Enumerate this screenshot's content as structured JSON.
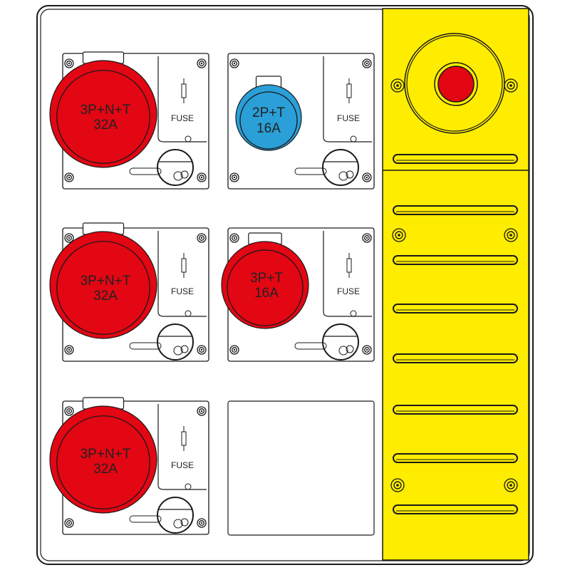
{
  "colors": {
    "red_socket": "#e30613",
    "blue_socket": "#2a9fd8",
    "panel_yellow": "#ffed00",
    "outline": "#1a1a1a",
    "estop_red": "#e30613"
  },
  "modules": [
    {
      "id": "m1",
      "line1": "3P+N+T",
      "line2": "32A",
      "color": "red",
      "fuse": "FUSE"
    },
    {
      "id": "m2",
      "line1": "2P+T",
      "line2": "16A",
      "color": "blue",
      "fuse": "FUSE"
    },
    {
      "id": "m3",
      "line1": "3P+N+T",
      "line2": "32A",
      "color": "red",
      "fuse": "FUSE"
    },
    {
      "id": "m4",
      "line1": "3P+T",
      "line2": "16A",
      "color": "red",
      "fuse": "FUSE"
    },
    {
      "id": "m5",
      "line1": "3P+N+T",
      "line2": "32A",
      "color": "red",
      "fuse": "FUSE"
    }
  ],
  "icons": {
    "emergency_stop": "emergency-stop-button-icon",
    "screw": "screw-icon",
    "vent_slot": "vent-slot-icon",
    "fuse": "fuse-icon"
  }
}
